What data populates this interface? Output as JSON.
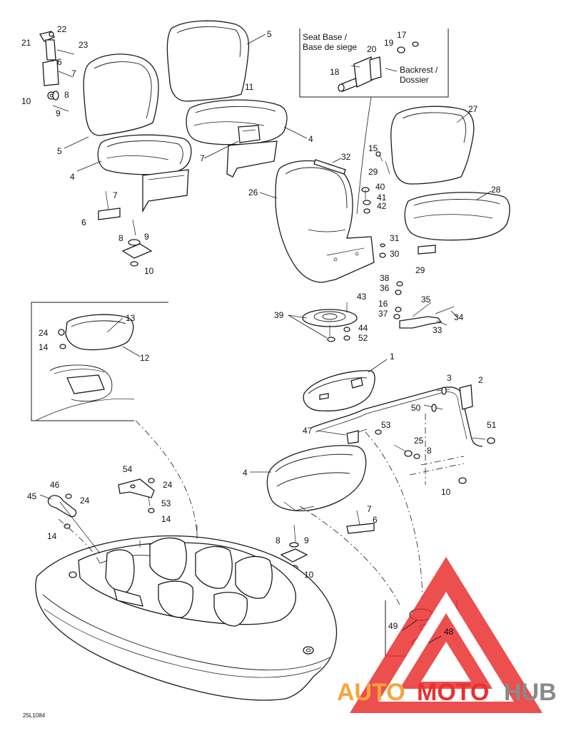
{
  "drawing_id": "25L1084",
  "inset_callout": {
    "line1": "Seat Base /",
    "line2": "Base de siege",
    "line3": "Backrest /",
    "line4": "Dossier"
  },
  "watermark": {
    "part1": "AUTO",
    "part2": "MOTO",
    "part3": "HUB",
    "colors": {
      "orange": "#f5a63a",
      "red": "#ea2f2f",
      "gray": "#8a8a8a"
    }
  },
  "labels": {
    "l1": "1",
    "l2": "2",
    "l3": "3",
    "l4a": "4",
    "l4b": "4",
    "l4c": "4",
    "l5a": "5",
    "l5b": "5",
    "l6a": "6",
    "l6b": "6",
    "l6c": "6",
    "l7a": "7",
    "l7b": "7",
    "l7c": "7",
    "l7d": "7",
    "l8a": "8",
    "l8b": "8",
    "l8c": "8",
    "l8d": "8",
    "l9a": "9",
    "l9b": "9",
    "l9c": "9",
    "l10a": "10",
    "l10b": "10",
    "l10c": "10",
    "l10d": "10",
    "l11": "11",
    "l12": "12",
    "l13": "13",
    "l14a": "14",
    "l14b": "14",
    "l14c": "14",
    "l15": "15",
    "l16": "16",
    "l17": "17",
    "l18": "18",
    "l19": "19",
    "l20": "20",
    "l21": "21",
    "l22": "22",
    "l23": "23",
    "l24a": "24",
    "l24b": "24",
    "l24c": "24",
    "l25": "25",
    "l26": "26",
    "l27": "27",
    "l28": "28",
    "l29a": "29",
    "l29b": "29",
    "l30": "30",
    "l31": "31",
    "l32": "32",
    "l33": "33",
    "l34": "34",
    "l35": "35",
    "l36": "36",
    "l37": "37",
    "l38": "38",
    "l39": "39",
    "l40": "40",
    "l41": "41",
    "l42": "42",
    "l43": "43",
    "l44": "44",
    "l45": "45",
    "l46": "46",
    "l47": "47",
    "l48": "48",
    "l49": "49",
    "l50": "50",
    "l51": "51",
    "l52": "52",
    "l53a": "53",
    "l53b": "53",
    "l54": "54"
  }
}
